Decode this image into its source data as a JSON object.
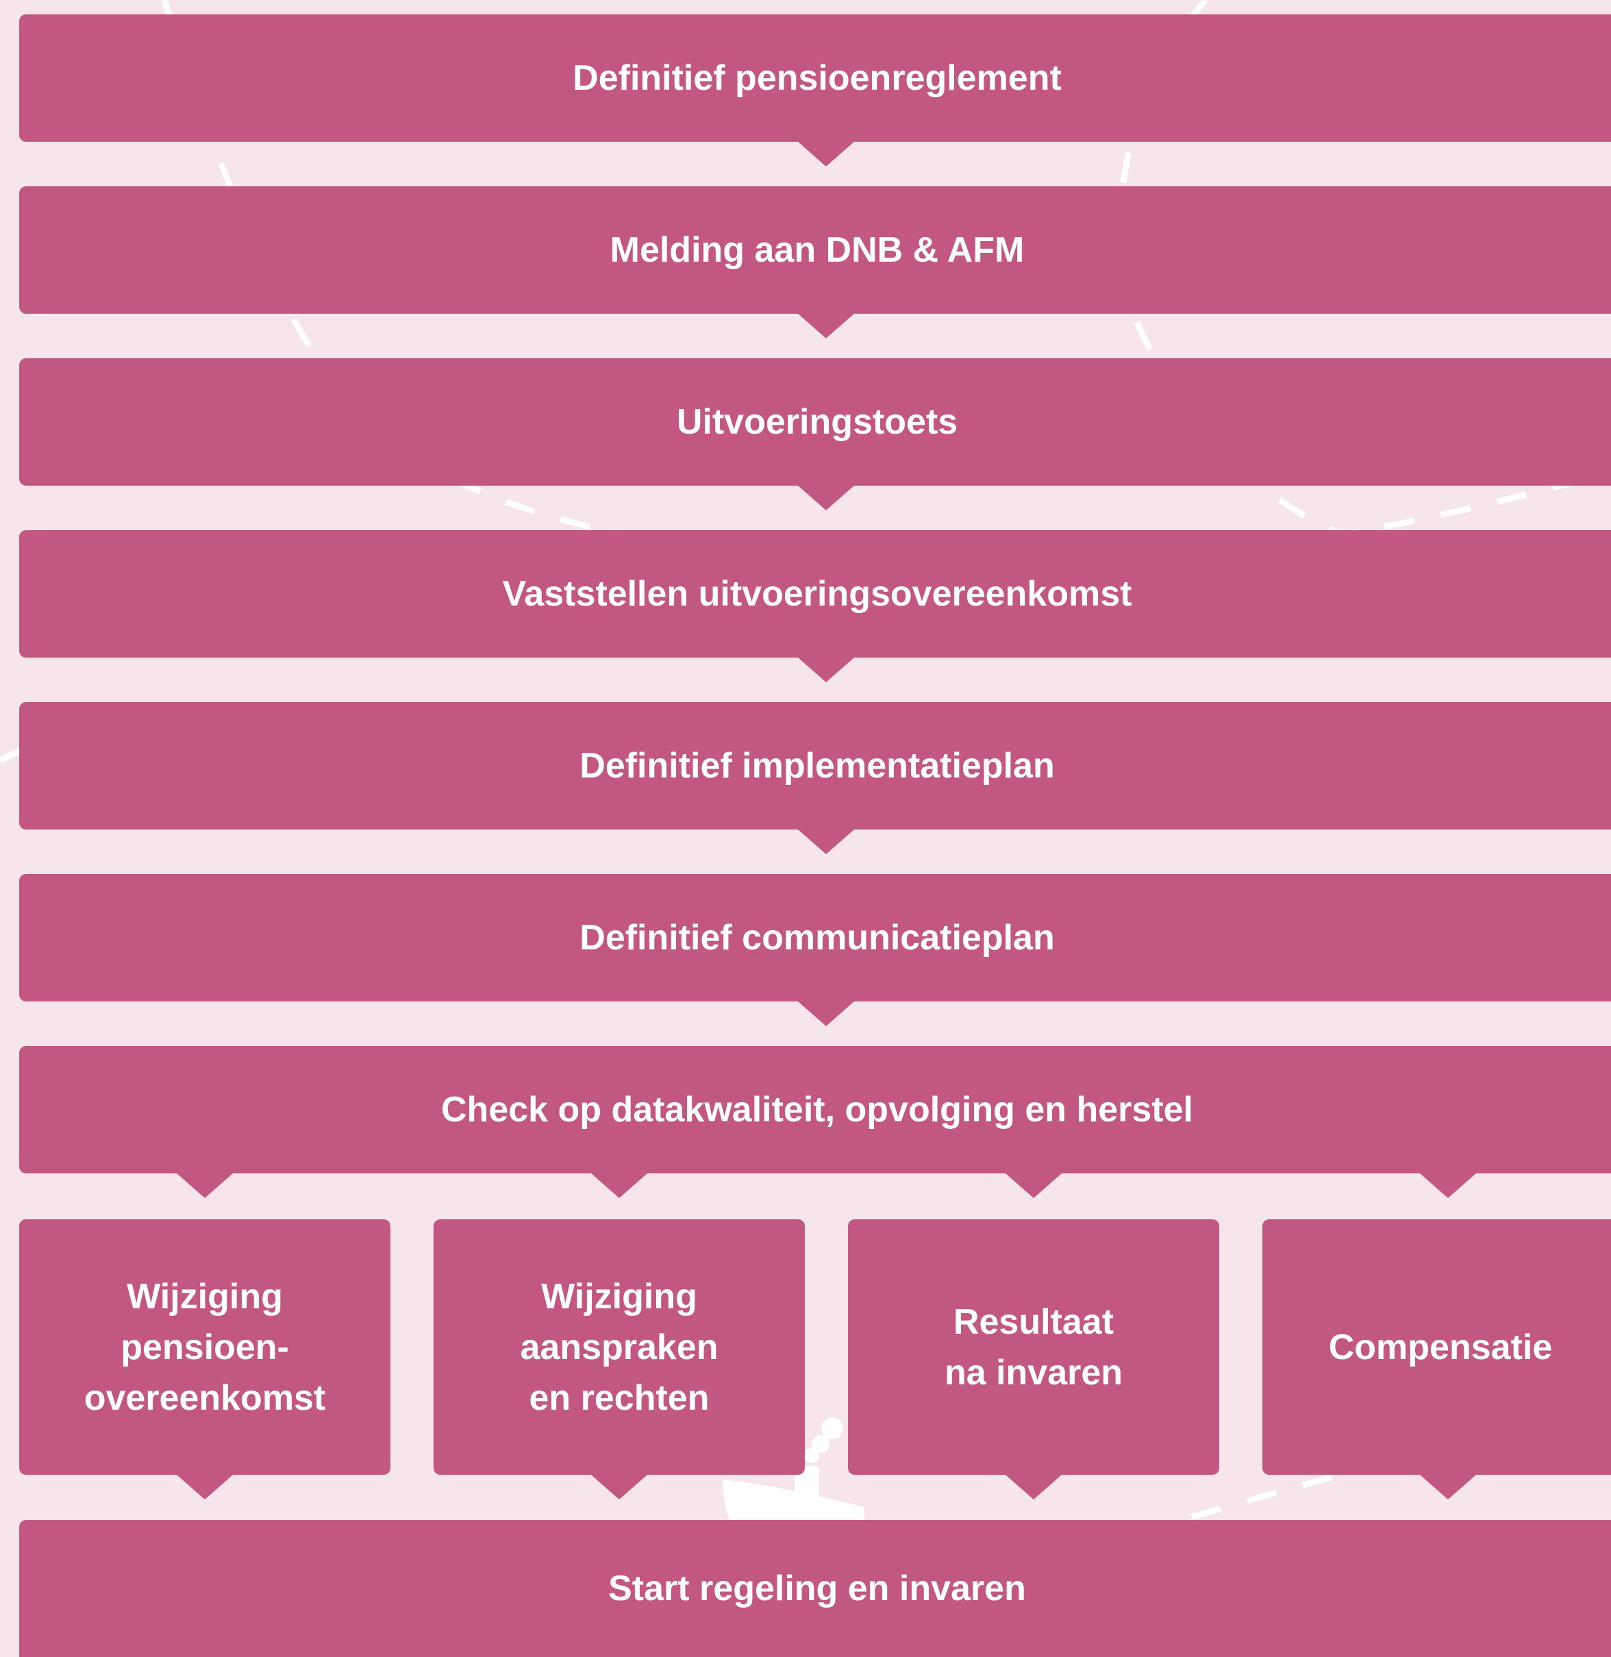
{
  "colors": {
    "background": "#f6e6eb",
    "box": "#c25781",
    "text": "#ffffff",
    "decoration": "#ffffff"
  },
  "steps": [
    {
      "label": "Definitief pensioenreglement"
    },
    {
      "label": "Melding aan DNB & AFM"
    },
    {
      "label": "Uitvoeringstoets"
    },
    {
      "label": "Vaststellen uitvoeringsovereenkomst"
    },
    {
      "label": "Definitief implementatieplan"
    },
    {
      "label": "Definitief communicatieplan"
    },
    {
      "label": "Check op datakwaliteit, opvolging en herstel"
    }
  ],
  "branches": [
    {
      "label": "Wijziging\npensioen-\novereenkomst"
    },
    {
      "label": "Wijziging\naanspraken\nen rechten"
    },
    {
      "label": "Resultaat\nna invaren"
    },
    {
      "label": "Compensatie"
    }
  ],
  "final_step": {
    "label": "Start regeling en invaren"
  }
}
